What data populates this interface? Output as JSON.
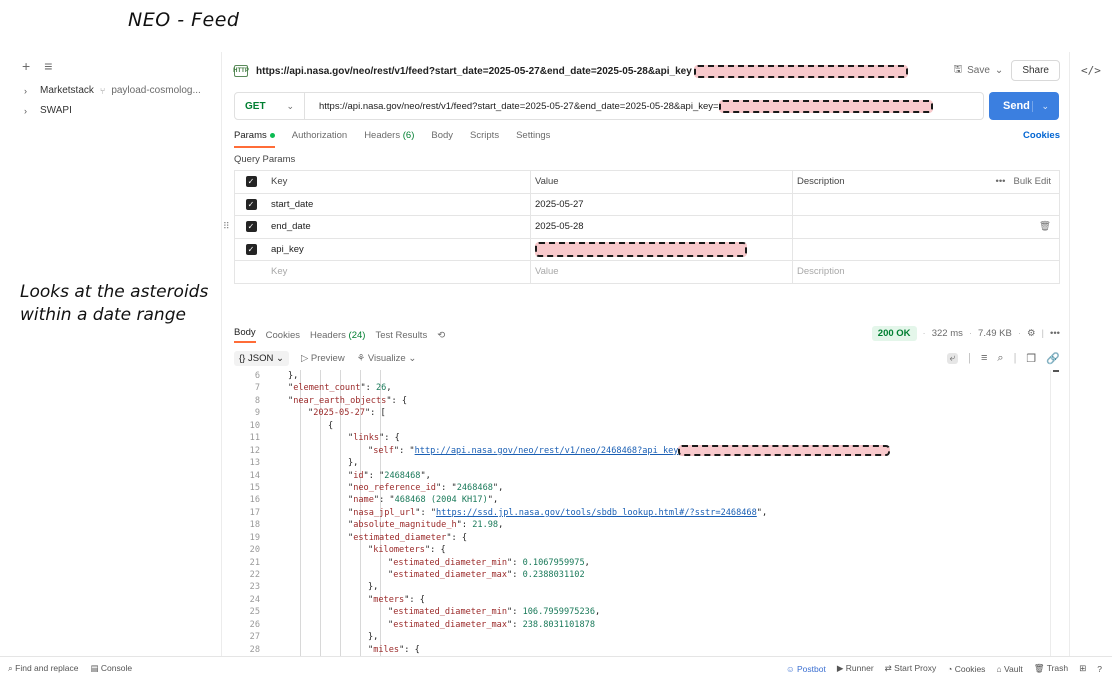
{
  "annotations": {
    "title": "NEO - Feed",
    "side_note_line1": "Looks at the asteroids",
    "side_note_line2": "within a date range"
  },
  "sidebar": {
    "items": [
      {
        "label": "Marketstack",
        "sub": "payload-cosmolog..."
      },
      {
        "label": "SWAPI",
        "sub": ""
      }
    ]
  },
  "request": {
    "title_url": "https://api.nasa.gov/neo/rest/v1/feed?start_date=2025-05-27&end_date=2025-05-28&api_key",
    "method": "GET",
    "url": "https://api.nasa.gov/neo/rest/v1/feed?start_date=2025-05-27&end_date=2025-05-28&api_key=",
    "save_label": "Save",
    "share_label": "Share",
    "send_label": "Send"
  },
  "tabs": {
    "params": "Params",
    "authorization": "Authorization",
    "headers": "Headers",
    "headers_count": "(6)",
    "body": "Body",
    "scripts": "Scripts",
    "settings": "Settings",
    "cookies": "Cookies"
  },
  "query_params": {
    "label": "Query Params",
    "headers": {
      "key": "Key",
      "value": "Value",
      "description": "Description",
      "bulk_edit": "Bulk Edit"
    },
    "rows": [
      {
        "key": "start_date",
        "value": "2025-05-27"
      },
      {
        "key": "end_date",
        "value": "2025-05-28"
      },
      {
        "key": "api_key",
        "value": ""
      }
    ],
    "placeholder": {
      "key": "Key",
      "value": "Value",
      "description": "Description"
    }
  },
  "response": {
    "tabs": {
      "body": "Body",
      "cookies": "Cookies",
      "headers": "Headers",
      "headers_count": "(24)",
      "test_results": "Test Results"
    },
    "status": "200 OK",
    "time": "322 ms",
    "size": "7.49 KB",
    "format": "{} JSON",
    "preview": "Preview",
    "visualize": "Visualize"
  },
  "code": {
    "lines": [
      {
        "n": "6",
        "indent": 1,
        "text": "},"
      },
      {
        "n": "7",
        "indent": 1,
        "key": "element_count",
        "num": "26",
        "tail": ","
      },
      {
        "n": "8",
        "indent": 1,
        "key": "near_earth_objects",
        "tail": ": {"
      },
      {
        "n": "9",
        "indent": 2,
        "key": "2025-05-27",
        "tail": ": ["
      },
      {
        "n": "10",
        "indent": 3,
        "text": "{"
      },
      {
        "n": "11",
        "indent": 4,
        "key": "links",
        "tail": ": {"
      },
      {
        "n": "12",
        "indent": 5,
        "key": "self",
        "link": "http://api.nasa.gov/neo/rest/v1/neo/2468468?api_key",
        "redact": true
      },
      {
        "n": "13",
        "indent": 4,
        "text": "},"
      },
      {
        "n": "14",
        "indent": 4,
        "key": "id",
        "str": "2468468",
        "tail": ","
      },
      {
        "n": "15",
        "indent": 4,
        "key": "neo_reference_id",
        "str": "2468468",
        "tail": ","
      },
      {
        "n": "16",
        "indent": 4,
        "key": "name",
        "str": "468468 (2004 KH17)",
        "tail": ","
      },
      {
        "n": "17",
        "indent": 4,
        "key": "nasa_jpl_url",
        "link": "https://ssd.jpl.nasa.gov/tools/sbdb_lookup.html#/?sstr=2468468",
        "tail": ","
      },
      {
        "n": "18",
        "indent": 4,
        "key": "absolute_magnitude_h",
        "num": "21.98",
        "tail": ","
      },
      {
        "n": "19",
        "indent": 4,
        "key": "estimated_diameter",
        "tail": ": {"
      },
      {
        "n": "20",
        "indent": 5,
        "key": "kilometers",
        "tail": ": {"
      },
      {
        "n": "21",
        "indent": 6,
        "key": "estimated_diameter_min",
        "num": "0.1067959975",
        "tail": ","
      },
      {
        "n": "22",
        "indent": 6,
        "key": "estimated_diameter_max",
        "num": "0.2388031102",
        "tail": ""
      },
      {
        "n": "23",
        "indent": 5,
        "text": "},"
      },
      {
        "n": "24",
        "indent": 5,
        "key": "meters",
        "tail": ": {"
      },
      {
        "n": "25",
        "indent": 6,
        "key": "estimated_diameter_min",
        "num": "106.7959975236",
        "tail": ","
      },
      {
        "n": "26",
        "indent": 6,
        "key": "estimated_diameter_max",
        "num": "238.8031101878",
        "tail": ""
      },
      {
        "n": "27",
        "indent": 5,
        "text": "},"
      },
      {
        "n": "28",
        "indent": 5,
        "key": "miles",
        "tail": ": {"
      }
    ]
  },
  "statusbar": {
    "find_replace": "Find and replace",
    "console": "Console",
    "postbot": "Postbot",
    "runner": "Runner",
    "start_proxy": "Start Proxy",
    "cookies": "Cookies",
    "vault": "Vault",
    "trash": "Trash"
  }
}
